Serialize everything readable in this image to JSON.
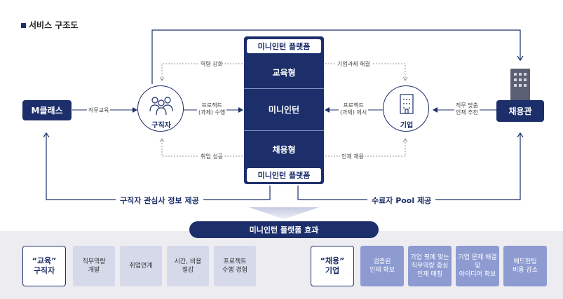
{
  "header": {
    "title": "서비스 구조도"
  },
  "nodes": {
    "mclass": "M클래스",
    "seeker": "구직자",
    "company": "기업",
    "hiring": "채용관"
  },
  "platform": {
    "top_cap": "미니인턴 플랫폼",
    "bottom_cap": "미니인턴 플랫폼",
    "sections": [
      "교육형",
      "미니인턴",
      "채용형"
    ]
  },
  "edge_labels": {
    "job_edu": "직무교육",
    "capability": "역량 강화",
    "project_do_1": "프로젝트",
    "project_do_2": "(과제) 수행",
    "employ_success": "취업 성공",
    "solve_task": "기업과제 해결",
    "project_offer_1": "프로젝트",
    "project_offer_2": "(과제) 제시",
    "talent_hire": "인재 채용",
    "recommend_1": "직무 맞춤",
    "recommend_2": "인재 추천",
    "seeker_info": "구직자 관심사 정보 제공",
    "pool": "수료자 Pool 제공"
  },
  "effect": {
    "title": "미니인턴 플랫폼 효과"
  },
  "left_group": {
    "tag_line1": "“교육”",
    "tag_line2": "구직자",
    "cards": [
      [
        "직무역량",
        "개발"
      ],
      [
        "취업연계"
      ],
      [
        "시간, 비용",
        "절감"
      ],
      [
        "프로젝트",
        "수행 경험"
      ]
    ]
  },
  "right_group": {
    "tag_line1": "“채용”",
    "tag_line2": "기업",
    "cards": [
      [
        "검증된",
        "인재 확보"
      ],
      [
        "기업 핏에 맞는",
        "직무역량 중심",
        "인재 매칭"
      ],
      [
        "기업 문제 해결",
        "및",
        "아이디어 확보"
      ],
      [
        "헤드헌팅",
        "비용 감소"
      ]
    ]
  },
  "colors": {
    "navy": "#1d2f6b",
    "card_light": "#d6d9ea",
    "card_blue": "#8d9bd1",
    "bottom_bg": "#ececf1"
  }
}
